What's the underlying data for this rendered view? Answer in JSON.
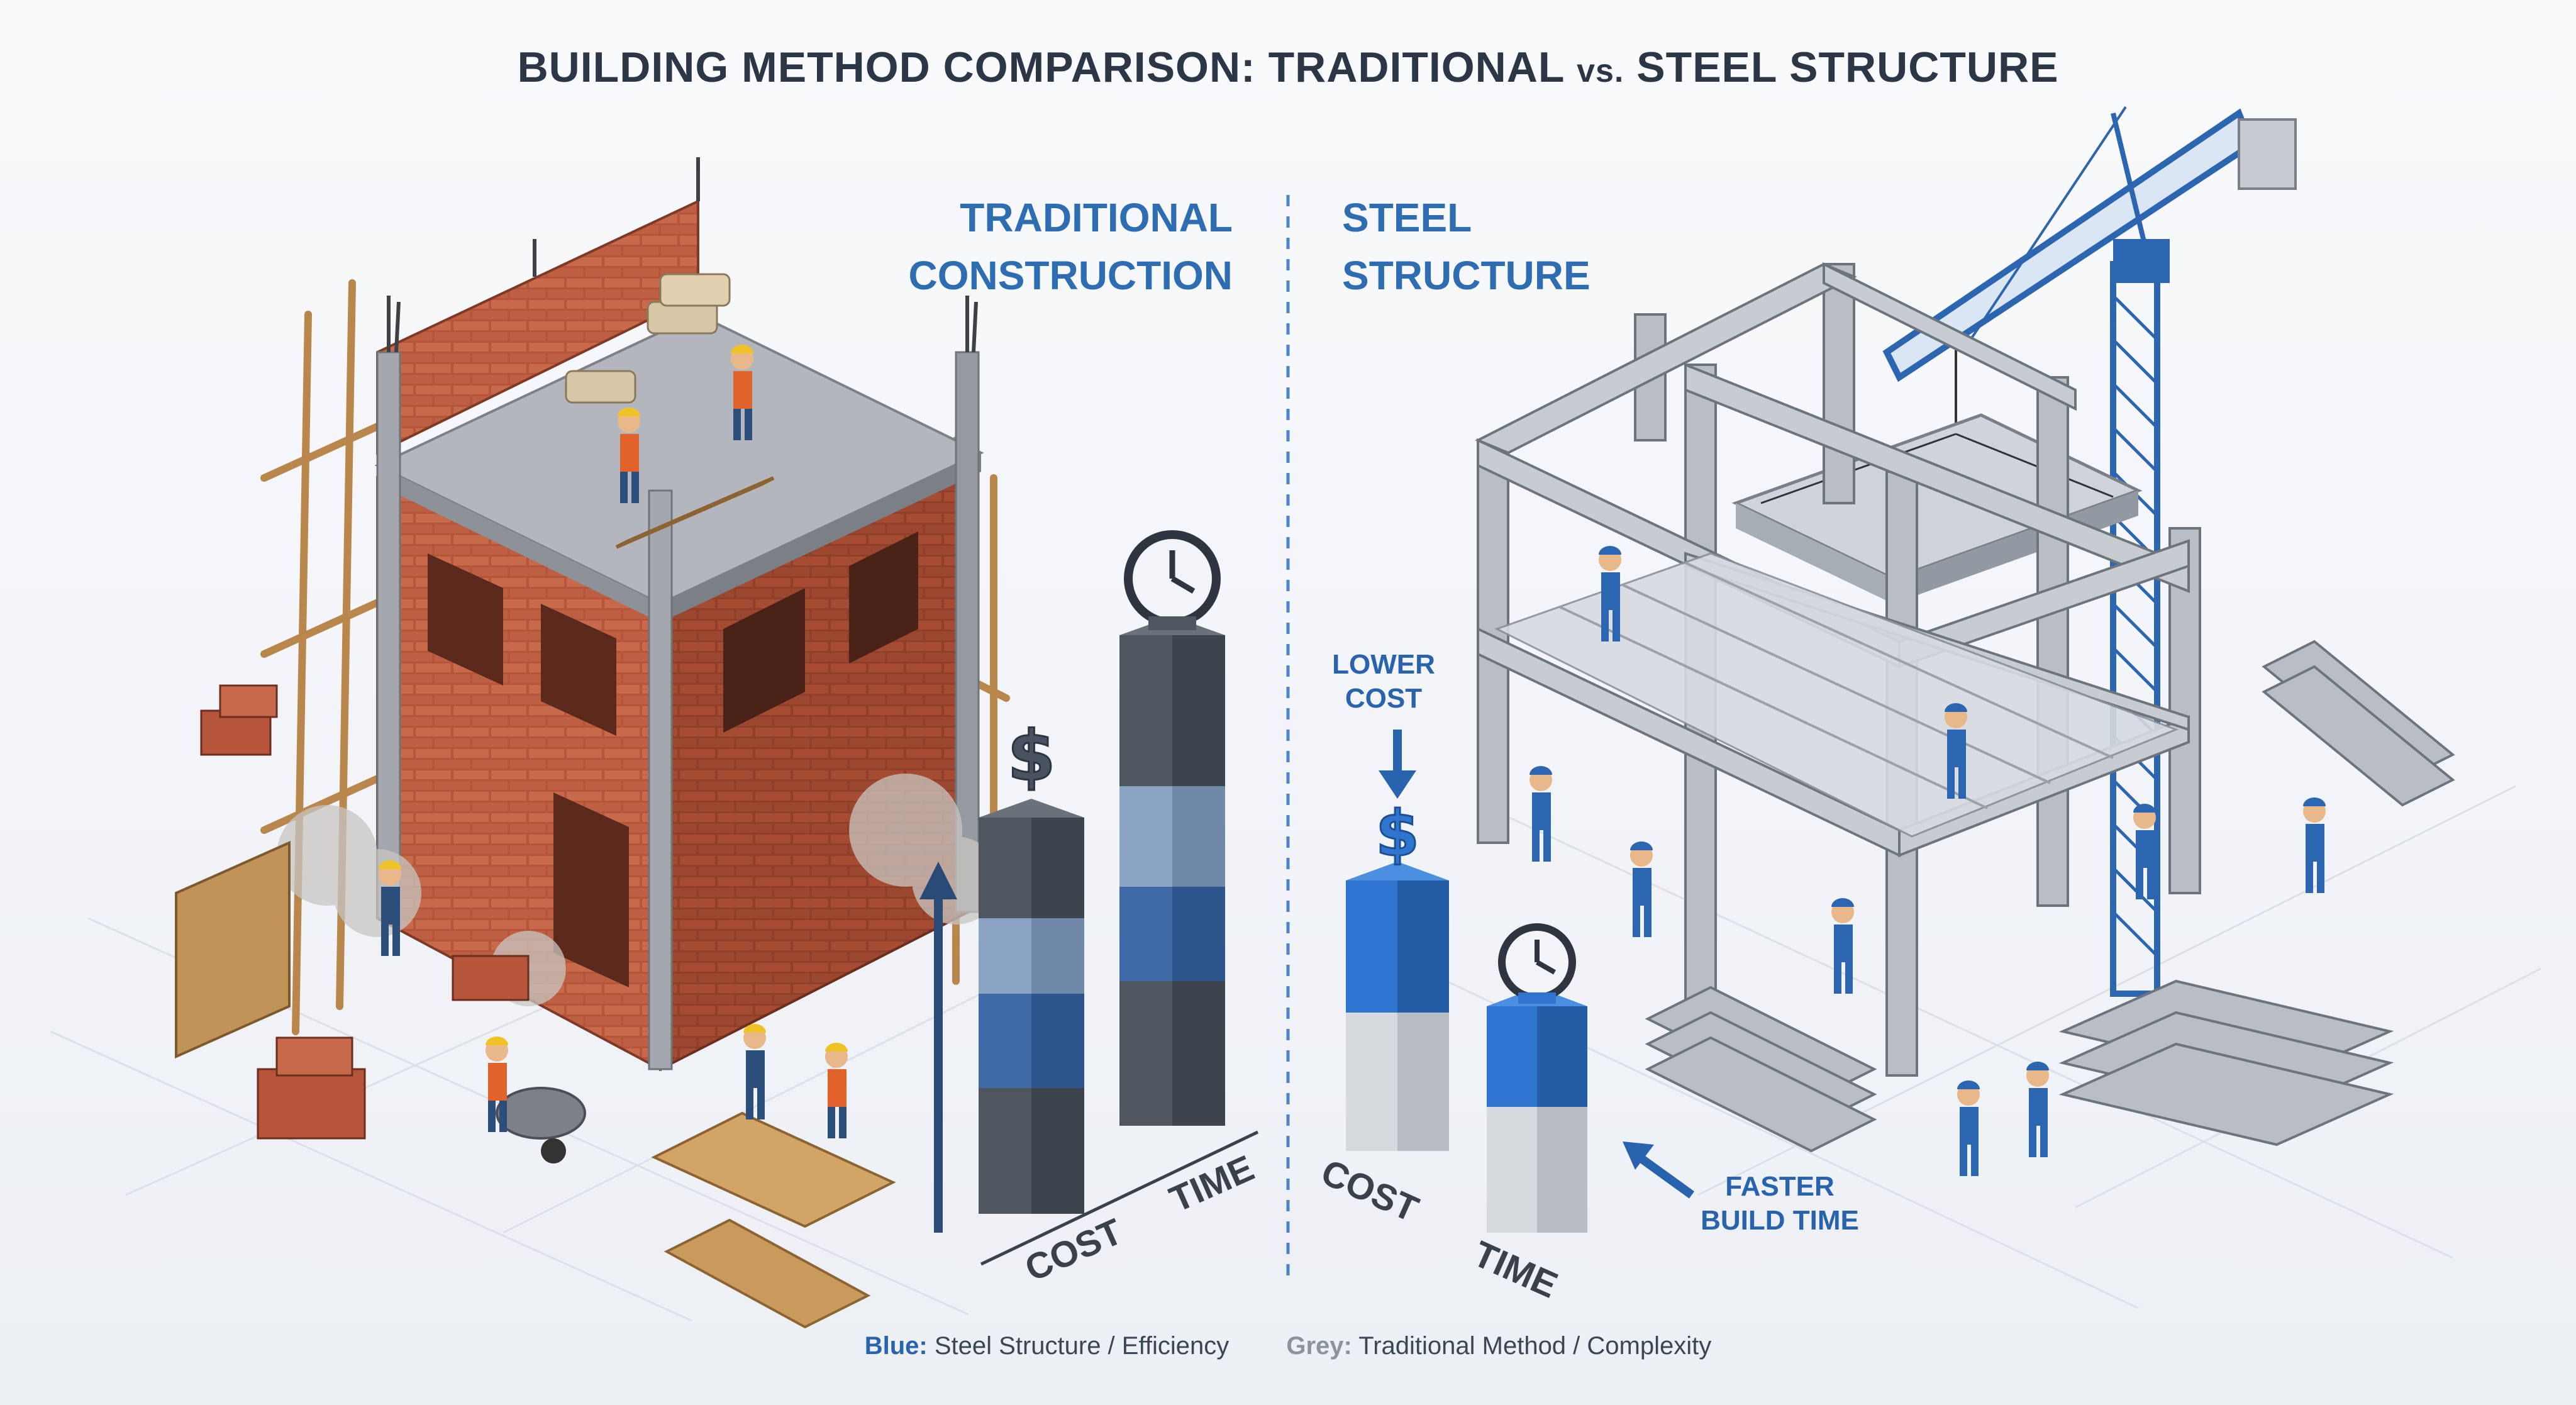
{
  "title": {
    "main": "BUILDING METHOD COMPARISON: TRADITIONAL",
    "vs": "vs.",
    "tail": "STEEL STRUCTURE"
  },
  "left": {
    "heading_line1": "TRADITIONAL",
    "heading_line2": "CONSTRUCTION",
    "cost_label": "COST",
    "time_label": "TIME"
  },
  "right": {
    "heading_line1": "STEEL",
    "heading_line2": "STRUCTURE",
    "cost_callout_line1": "LOWER",
    "cost_callout_line2": "COST",
    "time_callout_line1": "FASTER",
    "time_callout_line2": "BUILD TIME",
    "cost_label": "COST",
    "time_label": "TIME"
  },
  "legend": {
    "blue_key": "Blue:",
    "blue_text": "Steel Structure / Efficiency",
    "grey_key": "Grey:",
    "grey_text": "Traditional Method / Complexity"
  },
  "icons": {
    "currency": "$"
  },
  "colors": {
    "steel_blue": "#2f6db3",
    "heading_blue": "#2f6db3",
    "grey": "#8c939c",
    "dark_grey": "#4f5660",
    "brick": "#b6553a",
    "concrete": "#a9adb3"
  }
}
